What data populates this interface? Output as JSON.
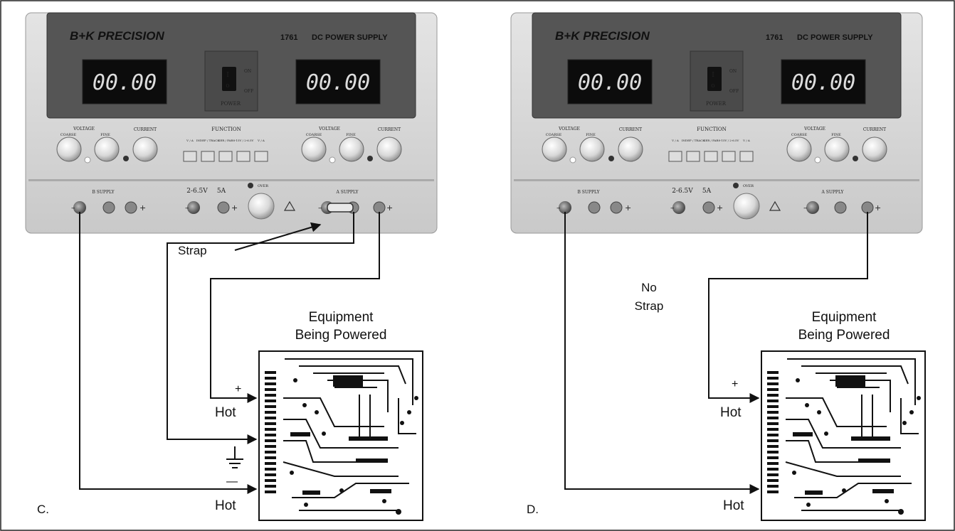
{
  "panels": [
    {
      "id": "C",
      "letter": "C.",
      "supply": {
        "brand": "B+K PRECISION",
        "model": "1761",
        "title": "DC POWER SUPPLY",
        "display_left": "00.00",
        "display_right": "00.00",
        "power_label": "POWER",
        "power_on": "ON",
        "power_off": "OFF",
        "voltage_label": "VOLTAGE",
        "coarse_label": "COARSE",
        "fine_label": "FINE",
        "current_label": "CURRENT",
        "function_label": "FUNCTION",
        "function_buttons": [
          "V / A",
          "INDEP / TRACK",
          "SER / PAR",
          "8-15V / 2-6.5V",
          "V / A"
        ],
        "b_supply": "B SUPPLY",
        "a_supply": "A SUPPLY",
        "fixed_voltage": "2-6.5V",
        "fixed_current": "5A",
        "over_label": "OVER"
      },
      "strap_label": "Strap",
      "equipment_label_1": "Equipment",
      "equipment_label_2": "Being Powered",
      "plus_sign": "+",
      "minus_sign": "—",
      "hot_top": "Hot",
      "hot_bottom": "Hot"
    },
    {
      "id": "D",
      "letter": "D.",
      "supply": {
        "brand": "B+K PRECISION",
        "model": "1761",
        "title": "DC POWER SUPPLY",
        "display_left": "00.00",
        "display_right": "00.00",
        "power_label": "POWER",
        "power_on": "ON",
        "power_off": "OFF",
        "voltage_label": "VOLTAGE",
        "coarse_label": "COARSE",
        "fine_label": "FINE",
        "current_label": "CURRENT",
        "function_label": "FUNCTION",
        "function_buttons": [
          "V / A",
          "INDEP / TRACK",
          "SER / PAR",
          "8-15V / 2-6.5V",
          "V / A"
        ],
        "b_supply": "B SUPPLY",
        "a_supply": "A SUPPLY",
        "fixed_voltage": "2-6.5V",
        "fixed_current": "5A",
        "over_label": "OVER"
      },
      "no_strap_1": "No",
      "no_strap_2": "Strap",
      "equipment_label_1": "Equipment",
      "equipment_label_2": "Being Powered",
      "plus_sign": "+",
      "hot_top": "Hot",
      "hot_bottom": "Hot"
    }
  ]
}
